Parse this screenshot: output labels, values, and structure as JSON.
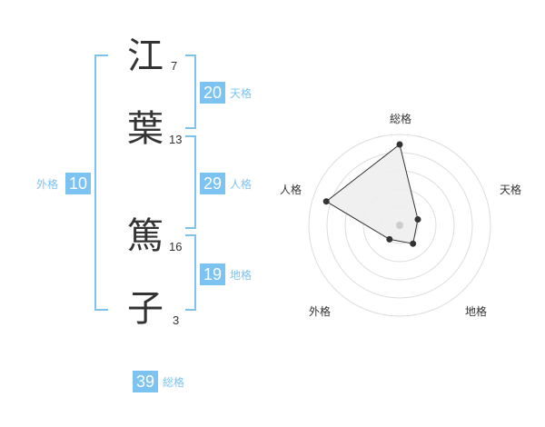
{
  "name": {
    "characters": [
      {
        "char": "江",
        "strokes": "7"
      },
      {
        "char": "葉",
        "strokes": "13"
      },
      {
        "char": "篤",
        "strokes": "16"
      },
      {
        "char": "子",
        "strokes": "3"
      }
    ]
  },
  "fortunes": {
    "tenkaku": {
      "value": "20",
      "label": "天格"
    },
    "jinkaku": {
      "value": "29",
      "label": "人格"
    },
    "chikaku": {
      "value": "19",
      "label": "地格"
    },
    "gaikaku": {
      "value": "10",
      "label": "外格"
    },
    "soukaku": {
      "value": "39",
      "label": "総格"
    }
  },
  "colors": {
    "accent": "#7cc3f2",
    "text": "#333333",
    "radar_fill": "#eeeeee",
    "grid": "#dddddd"
  },
  "chart_data": {
    "type": "radar",
    "axes": [
      "総格",
      "天格",
      "地格",
      "外格",
      "人格"
    ],
    "values": [
      0.89,
      0.21,
      0.25,
      0.19,
      0.85
    ],
    "grid_levels": 5,
    "grid": true
  }
}
